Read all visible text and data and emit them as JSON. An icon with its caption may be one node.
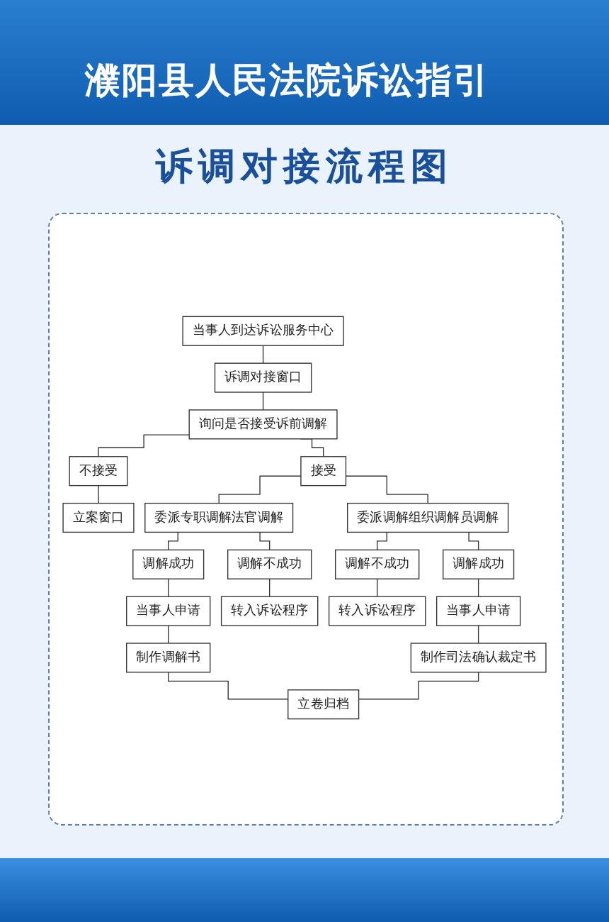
{
  "diagram": {
    "title": "濮阳县人民法院诉讼指引",
    "nodes": [
      {
        "text": [
          "当事人到达诉讼服务中心"
        ]
      },
      {
        "text": [
          "诉调对接窗口"
        ]
      },
      {
        "text": [
          "询问是否接受诉前调解"
        ]
      },
      {
        "text": [
          "不接受"
        ]
      },
      {
        "text": [
          "接受"
        ]
      },
      {
        "text": [
          "立案窗口"
        ]
      },
      {
        "text": [
          "委派专职调解法官调解"
        ]
      },
      {
        "text": [
          "委派调解组织调解员调解"
        ]
      },
      {
        "text": [
          "调解成功"
        ]
      },
      {
        "text": [
          "调解不成功"
        ]
      },
      {
        "text": [
          "调解不成功"
        ]
      },
      {
        "text": [
          "调解成功"
        ]
      },
      {
        "text": [
          "当事人申请"
        ]
      },
      {
        "text": [
          "转入诉讼程序"
        ]
      },
      {
        "text": [
          "转入诉讼程序"
        ]
      },
      {
        "text": [
          "当事人申请"
        ]
      },
      {
        "text": [
          "制作调解书"
        ]
      },
      {
        "text": [
          "制作司法确认裁定书"
        ]
      },
      {
        "text": [
          "立卷归档"
        ]
      }
    ],
    "edges": [
      {
        "from": 0,
        "to": 1,
        "arrow": "none"
      },
      {
        "from": 1,
        "to": 2,
        "arrow": "none"
      },
      {
        "from": 2,
        "to": 3,
        "arrow": "none"
      },
      {
        "from": 2,
        "to": 4,
        "arrow": "none"
      },
      {
        "from": 3,
        "to": 5,
        "arrow": "none"
      },
      {
        "from": 4,
        "to": 6,
        "arrow": "none"
      },
      {
        "from": 4,
        "to": 7,
        "arrow": "none"
      },
      {
        "from": 6,
        "to": 8,
        "arrow": "none"
      },
      {
        "from": 6,
        "to": 9,
        "arrow": "none"
      },
      {
        "from": 7,
        "to": 10,
        "arrow": "none"
      },
      {
        "from": 7,
        "to": 11,
        "arrow": "none"
      },
      {
        "from": 8,
        "to": 12,
        "arrow": "none"
      },
      {
        "from": 9,
        "to": 13,
        "arrow": "none"
      },
      {
        "from": 10,
        "to": 14,
        "arrow": "none"
      },
      {
        "from": 11,
        "to": 15,
        "arrow": "none"
      },
      {
        "from": 12,
        "to": 16,
        "arrow": "none"
      },
      {
        "from": 15,
        "to": 17,
        "arrow": "none"
      },
      {
        "from": 16,
        "to": 18,
        "arrow": "none"
      },
      {
        "from": 17,
        "to": 18,
        "arrow": "none"
      }
    ],
    "labels": [
      "诉调对接流程图"
    ]
  }
}
